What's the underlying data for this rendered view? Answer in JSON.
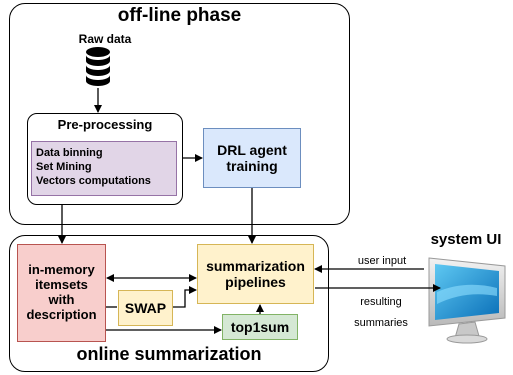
{
  "offline": {
    "title": "off-line phase",
    "raw_data": "Raw data",
    "preprocessing": {
      "title": "Pre-processing",
      "items": [
        "Data binning",
        "Set Mining",
        "Vectors computations"
      ]
    },
    "drl_agent": "DRL agent training"
  },
  "online": {
    "title": "online summarization",
    "in_memory": "in-memory itemsets with description",
    "swap": "SWAP",
    "pipelines": "summarization pipelines",
    "top1sum": "top1sum"
  },
  "system": {
    "title": "system UI",
    "user_input": "user input",
    "resulting_summaries": "resulting summaries"
  },
  "colors": {
    "purple": "#e1d5e7",
    "blue": "#dae8fc",
    "red": "#f8cecc",
    "red_border": "#b85450",
    "yellow": "#fff2cc",
    "orange_border": "#d6b656",
    "green": "#d5e8d4",
    "green_border": "#82b366",
    "blue_border": "#6c8ebf",
    "purple_border": "#9673a6"
  }
}
